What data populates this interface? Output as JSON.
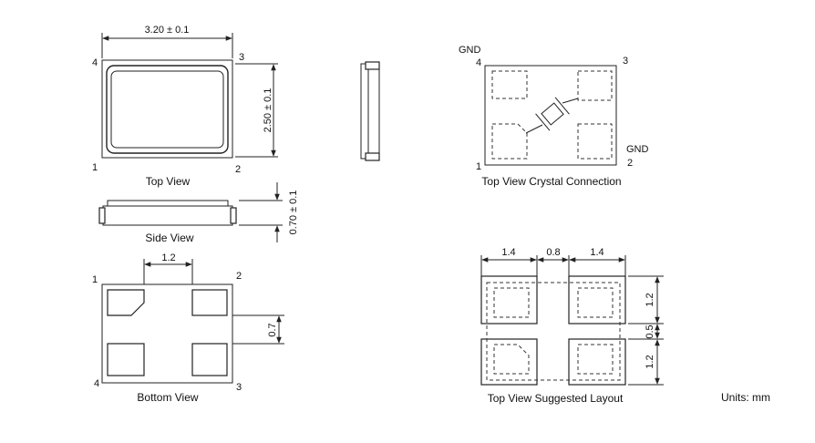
{
  "top_view": {
    "title": "Top View",
    "width_dim": "3.20 ± 0.1",
    "height_dim": "2.50 ± 0.1",
    "pins": [
      "1",
      "2",
      "3",
      "4"
    ]
  },
  "side_view": {
    "title": "Side View",
    "height_dim": "0.70 ± 0.1"
  },
  "bottom_view": {
    "title": "Bottom View",
    "gap_dim": "1.2",
    "pad_dim": "0.7",
    "pins": [
      "1",
      "2",
      "3",
      "4"
    ]
  },
  "crystal_view": {
    "title": "Top View Crystal Connection",
    "gnd_label": "GND",
    "pins": [
      "1",
      "2",
      "3",
      "4"
    ]
  },
  "layout_view": {
    "title": "Top View Suggested Layout",
    "dims_top": [
      "1.4",
      "0.8",
      "1.4"
    ],
    "dims_right": [
      "1.2",
      "0.5",
      "1.2"
    ]
  },
  "units": "Units: mm"
}
